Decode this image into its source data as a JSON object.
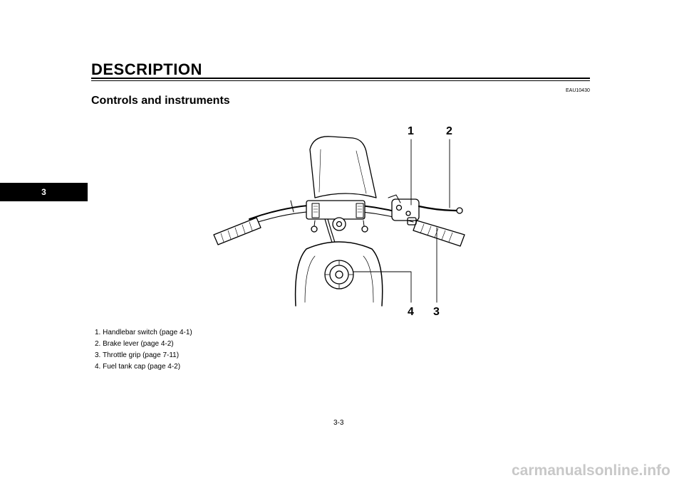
{
  "header": {
    "section_title": "DESCRIPTION",
    "chapter_tab": "3"
  },
  "ref_code": "EAU10430",
  "subsection_title": "Controls and instruments",
  "figure": {
    "callouts": {
      "c1": "1",
      "c2": "2",
      "c3": "3",
      "c4": "4"
    }
  },
  "legend": [
    {
      "num": "1.",
      "text": "Handlebar switch (page 4-1)"
    },
    {
      "num": "2.",
      "text": "Brake lever (page 4-2)"
    },
    {
      "num": "3.",
      "text": "Throttle grip (page 7-11)"
    },
    {
      "num": "4.",
      "text": "Fuel tank cap (page 4-2)"
    }
  ],
  "footer": {
    "page_number": "3-3"
  },
  "watermark": "carmanualsonline.info",
  "colors": {
    "ink": "#000000",
    "tab_bg": "#000000",
    "watermark": "#c8c8c8"
  }
}
